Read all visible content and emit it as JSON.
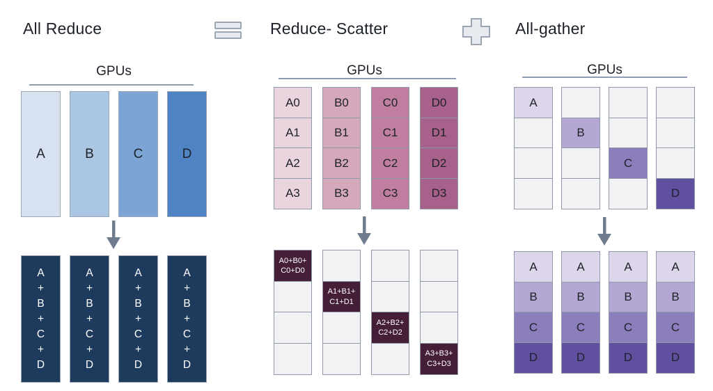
{
  "icons": {
    "equals_icon": "equals-operator",
    "plus_icon": "plus-operator",
    "down_arrow_icon": "down-arrow",
    "arrow_color": "#6e7c8e",
    "operator_fill": "#e7eaee",
    "operator_border": "#9ba6b2"
  },
  "colors": {
    "empty_cell": "#f2f2f4",
    "cell_border": "#8e99aa",
    "underline": "#8f9cb3",
    "text_dark": "#1d2129",
    "text_light": "#ffffff"
  },
  "all_reduce": {
    "title": "All Reduce",
    "gpus_label": "GPUs",
    "input_columns": [
      {
        "label": "A",
        "color": "#d7e1f0"
      },
      {
        "label": "B",
        "color": "#aac6e3"
      },
      {
        "label": "C",
        "color": "#7ca4d5"
      },
      {
        "label": "D",
        "color": "#5083c3"
      }
    ],
    "output_columns": [
      {
        "label": "A\n+\nB\n+\nC\n+\nD",
        "color": "#1e3a5d"
      },
      {
        "label": "A\n+\nB\n+\nC\n+\nD",
        "color": "#1e3a5d"
      },
      {
        "label": "A\n+\nB\n+\nC\n+\nD",
        "color": "#1e3a5d"
      },
      {
        "label": "A\n+\nB\n+\nC\n+\nD",
        "color": "#1e3a5d"
      }
    ]
  },
  "reduce_scatter": {
    "title": "Reduce- Scatter",
    "gpus_label": "GPUs",
    "input_grid": {
      "columns": [
        {
          "color": "#ead5de",
          "cells": [
            "A0",
            "A1",
            "A2",
            "A3"
          ]
        },
        {
          "color": "#d5a8bc",
          "cells": [
            "B0",
            "B1",
            "B2",
            "B3"
          ]
        },
        {
          "color": "#c07fa0",
          "cells": [
            "C0",
            "C1",
            "C2",
            "C3"
          ]
        },
        {
          "color": "#a8618a",
          "cells": [
            "D0",
            "D1",
            "D2",
            "D3"
          ]
        }
      ]
    },
    "output_grid": {
      "empty_color": "#f2f2f4",
      "sum_color": "#441f37",
      "columns": [
        {
          "sum_row": 0,
          "sum_label": "A0+B0+\nC0+D0"
        },
        {
          "sum_row": 1,
          "sum_label": "A1+B1+\nC1+D1"
        },
        {
          "sum_row": 2,
          "sum_label": "A2+B2+\nC2+D2"
        },
        {
          "sum_row": 3,
          "sum_label": "A3+B3+\nC3+D3"
        }
      ]
    }
  },
  "all_gather": {
    "title": "All-gather",
    "gpus_label": "GPUs",
    "input_grid": {
      "empty_color": "#f2f2f4",
      "columns": [
        {
          "filled_row": 0,
          "label": "A",
          "color": "#ddd5e9"
        },
        {
          "filled_row": 1,
          "label": "B",
          "color": "#b5a7d3"
        },
        {
          "filled_row": 2,
          "label": "C",
          "color": "#8c7ebc"
        },
        {
          "filled_row": 3,
          "label": "D",
          "color": "#61509f"
        }
      ]
    },
    "output_grid": {
      "rows": [
        {
          "label": "A",
          "color": "#ddd5e9"
        },
        {
          "label": "B",
          "color": "#b5a7d3"
        },
        {
          "label": "C",
          "color": "#8c7ebc"
        },
        {
          "label": "D",
          "color": "#61509f"
        }
      ]
    }
  }
}
